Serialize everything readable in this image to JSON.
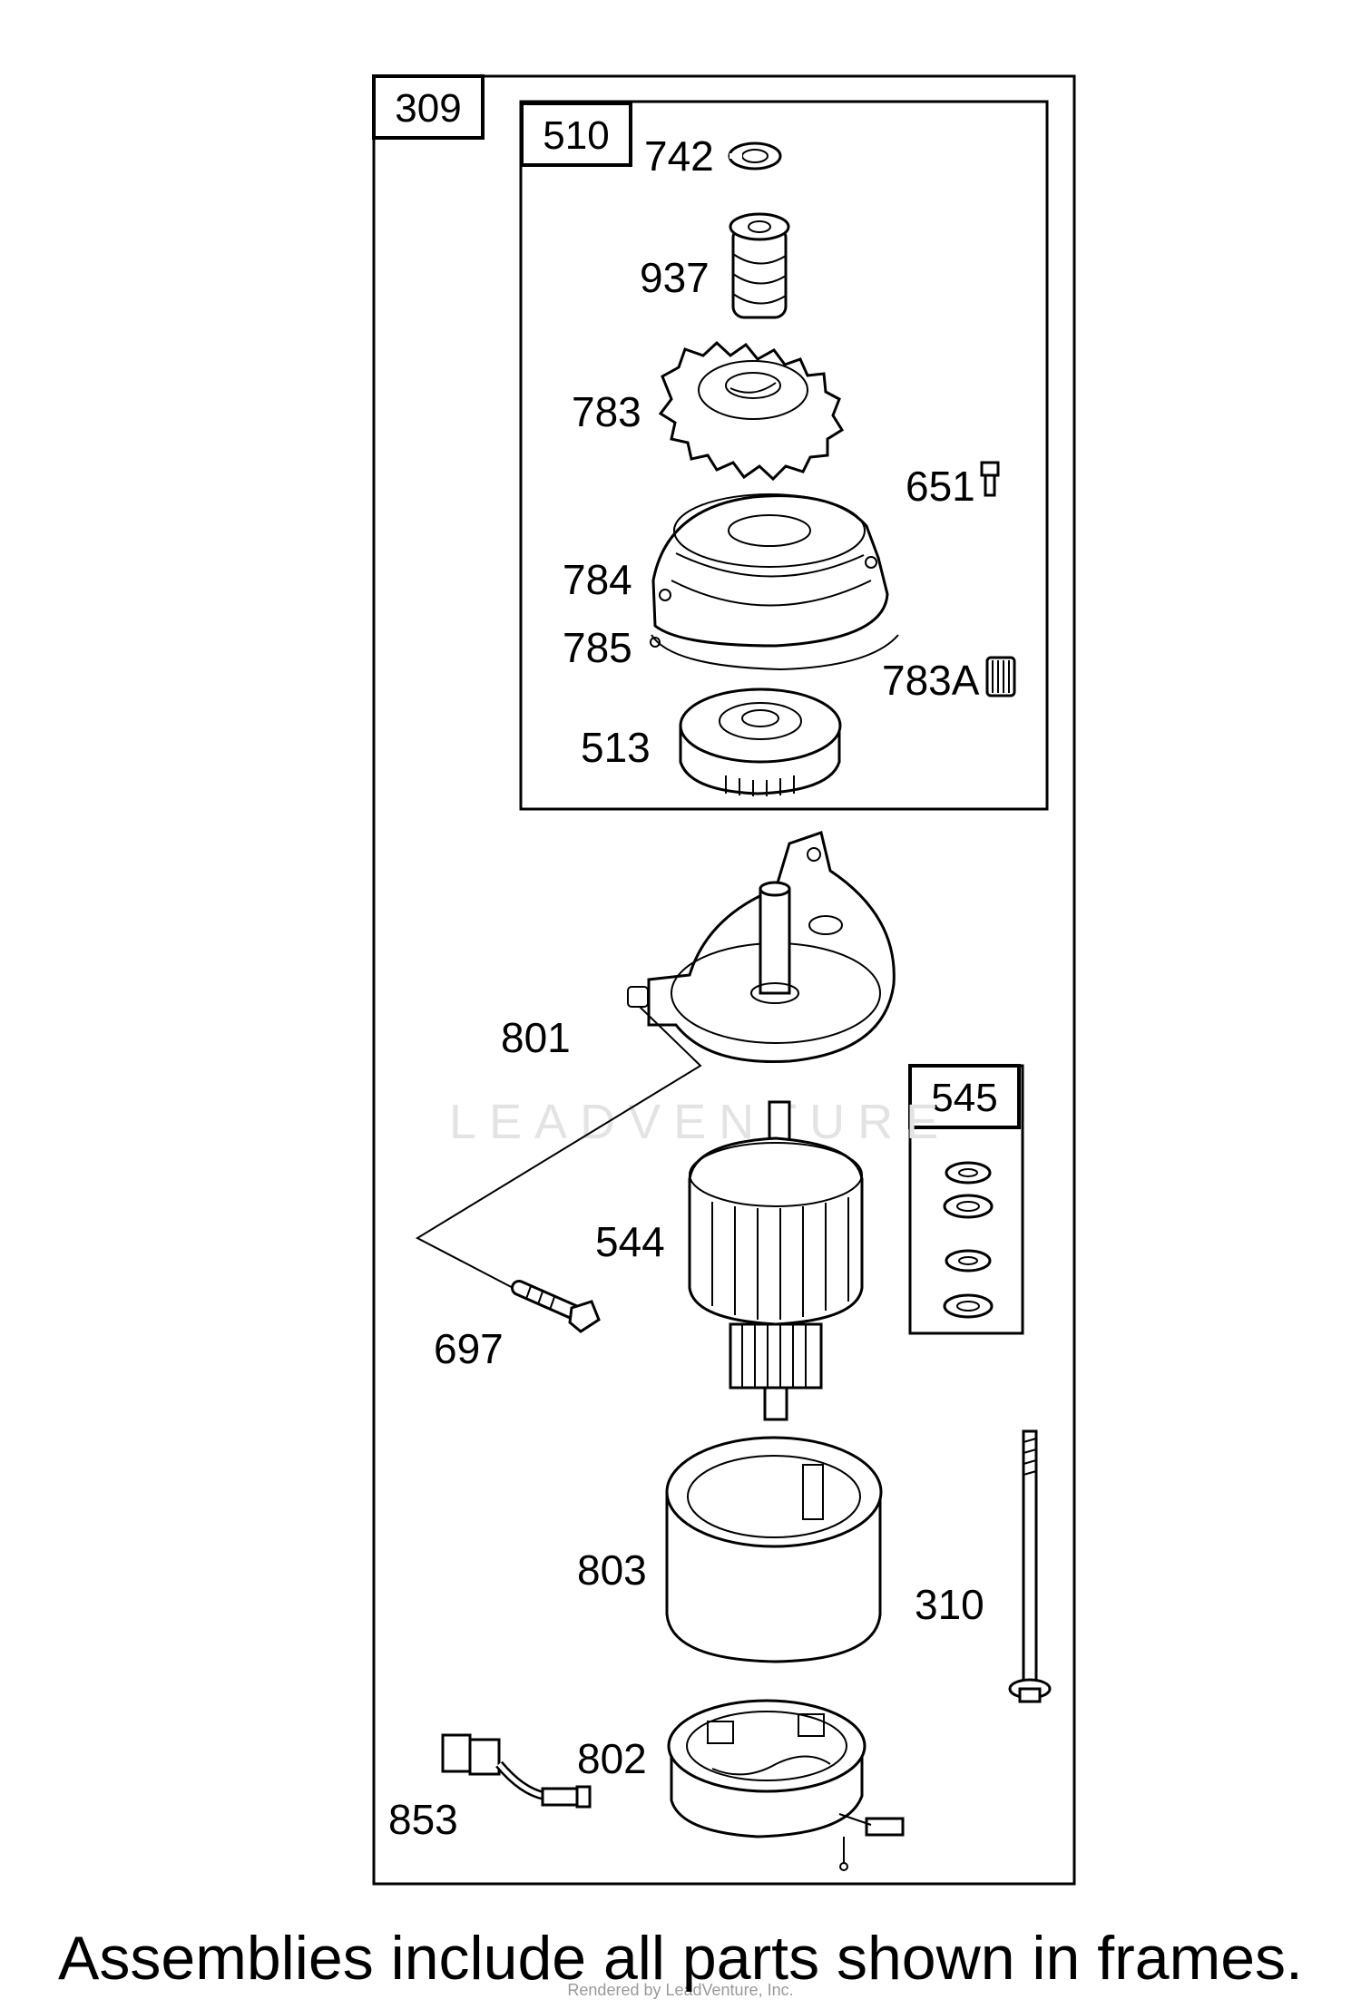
{
  "frames": {
    "outer": "309",
    "drive": "510",
    "brush_kit": "545"
  },
  "parts": {
    "p742": "742",
    "p937": "937",
    "p783": "783",
    "p651": "651",
    "p784": "784",
    "p785": "785",
    "p783a": "783A",
    "p513": "513",
    "p801": "801",
    "p544": "544",
    "p697": "697",
    "p803": "803",
    "p310": "310",
    "p802": "802",
    "p853": "853"
  },
  "watermark": "LEADVENTURE",
  "credit": "Rendered by LeadVenture, Inc.",
  "caption": "Assemblies include all parts shown in frames."
}
